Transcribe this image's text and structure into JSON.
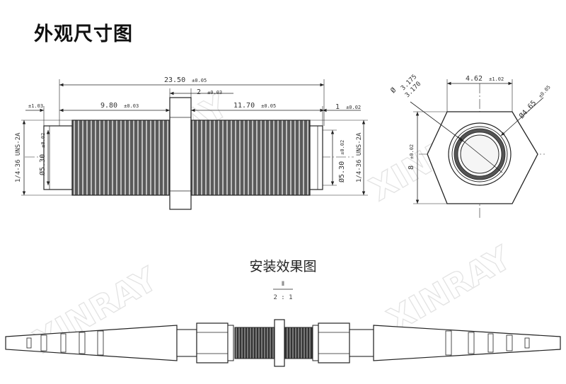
{
  "title": "外观尺寸图",
  "install_title": "安装效果图",
  "scale": {
    "top": "Ⅱ",
    "bottom": "2 : 1"
  },
  "watermark": "XINRAY",
  "front_view": {
    "overall": {
      "value": "23.50",
      "tol": "±0.05"
    },
    "left_section": {
      "value": "9.80",
      "tol": "±0.03"
    },
    "nut": {
      "value": "2",
      "tol": "±0.03"
    },
    "right_section": {
      "value": "11.70",
      "tol": "±0.05"
    },
    "left_end": {
      "tol": "±1.03"
    },
    "right_end": {
      "value": "1",
      "tol": "±0.02"
    },
    "left_thread": "1/4-36 UNS-2A",
    "right_thread": "1/4-36 UNS-2A",
    "left_bore": {
      "value": "Ø5.30",
      "tol": "±0.02"
    },
    "right_bore": {
      "value": "Ø5.30",
      "tol": "±0.02"
    }
  },
  "side_view": {
    "flat": {
      "value": "4.62",
      "tol": "±1.02"
    },
    "bore_top": "3.175",
    "bore_bottom": "3.170",
    "outer": {
      "value": "Ø4.65",
      "tol": "±0.05"
    },
    "height": {
      "value": "8",
      "tol": "±0.02"
    }
  }
}
